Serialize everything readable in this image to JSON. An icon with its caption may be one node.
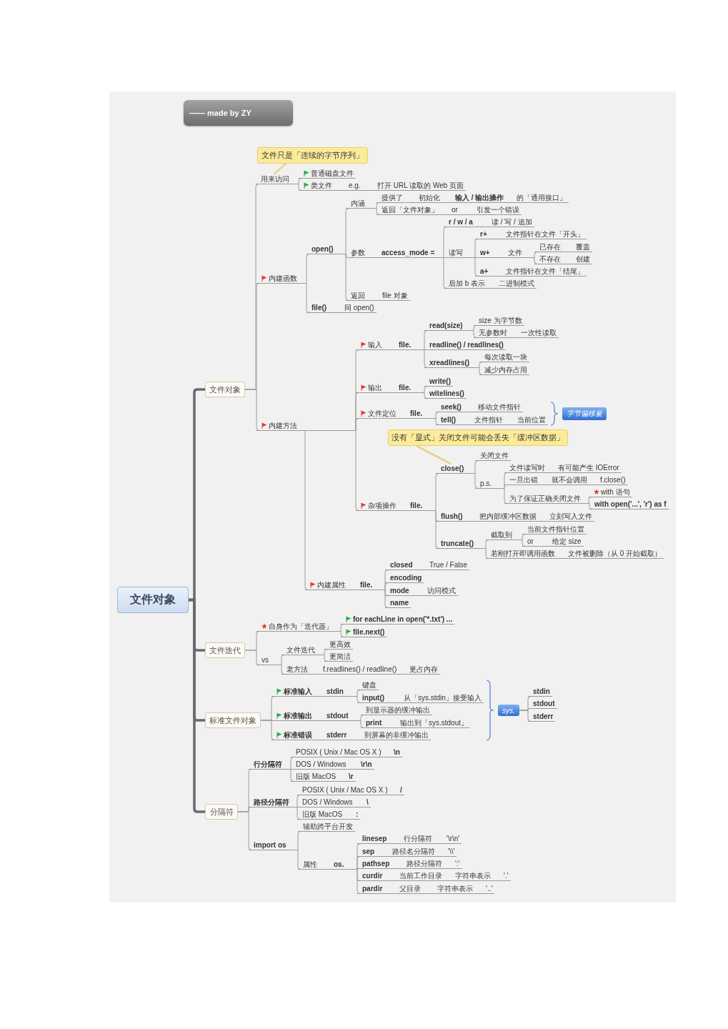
{
  "diagram": {
    "nodes": [
      {
        "text": [
          "—— made by ZY"
        ]
      },
      {
        "text": [
          "文件对象"
        ]
      },
      {
        "text": [
          "文件对象"
        ]
      },
      {
        "text": [
          "文件迭代"
        ]
      },
      {
        "text": [
          "标准文件对象"
        ]
      },
      {
        "text": [
          "分隔符"
        ]
      },
      {
        "text": [
          "文件只是「连续的字节序列」"
        ]
      },
      {
        "text": [
          "没有「显式」关闭文件可能会丢失「缓冲区数据」"
        ]
      },
      {
        "text": [
          "用来访问"
        ]
      },
      {
        "text": [
          "普通磁盘文件"
        ]
      },
      {
        "text": [
          "类文件"
        ]
      },
      {
        "text": [
          "e.g."
        ]
      },
      {
        "text": [
          "打开 URL 读取的 Web 页面"
        ]
      },
      {
        "text": [
          "内建函数"
        ]
      },
      {
        "text": [
          "open()"
        ]
      },
      {
        "text": [
          "内涵"
        ]
      },
      {
        "text": [
          "提供了"
        ]
      },
      {
        "text": [
          "初始化"
        ]
      },
      {
        "text": [
          "输入 / 输出操作"
        ]
      },
      {
        "text": [
          "的「通用接口」"
        ]
      },
      {
        "text": [
          "返回「文件对象」"
        ]
      },
      {
        "text": [
          "or"
        ]
      },
      {
        "text": [
          "引发一个错误"
        ]
      },
      {
        "text": [
          "参数"
        ]
      },
      {
        "text": [
          "access_mode ="
        ]
      },
      {
        "text": [
          "r / w / a"
        ]
      },
      {
        "text": [
          "读 / 写 / 追加"
        ]
      },
      {
        "text": [
          "读写"
        ]
      },
      {
        "text": [
          "r+"
        ]
      },
      {
        "text": [
          "文件指针在文件「开头」"
        ]
      },
      {
        "text": [
          "w+"
        ]
      },
      {
        "text": [
          "文件"
        ]
      },
      {
        "text": [
          "已存在"
        ]
      },
      {
        "text": [
          "覆盖"
        ]
      },
      {
        "text": [
          "不存在"
        ]
      },
      {
        "text": [
          "创建"
        ]
      },
      {
        "text": [
          "a+"
        ]
      },
      {
        "text": [
          "文件指针在文件「结尾」"
        ]
      },
      {
        "text": [
          "后加 b 表示"
        ]
      },
      {
        "text": [
          "二进制模式"
        ]
      },
      {
        "text": [
          "返回"
        ]
      },
      {
        "text": [
          "file 对象"
        ]
      },
      {
        "text": [
          "file()"
        ]
      },
      {
        "text": [
          "同 open()"
        ]
      },
      {
        "text": [
          "内建方法"
        ]
      },
      {
        "text": [
          "输入"
        ]
      },
      {
        "text": [
          "file."
        ]
      },
      {
        "text": [
          "read(size)"
        ]
      },
      {
        "text": [
          "size 为字节数"
        ]
      },
      {
        "text": [
          "无参数时"
        ]
      },
      {
        "text": [
          "一次性读取"
        ]
      },
      {
        "text": [
          "readline() / readlines()"
        ]
      },
      {
        "text": [
          "xreadlines()"
        ]
      },
      {
        "text": [
          "每次读取一块"
        ]
      },
      {
        "text": [
          "减少内存占用"
        ]
      },
      {
        "text": [
          "输出"
        ]
      },
      {
        "text": [
          "file."
        ]
      },
      {
        "text": [
          "write()"
        ]
      },
      {
        "text": [
          "witelines()"
        ]
      },
      {
        "text": [
          "文件定位"
        ]
      },
      {
        "text": [
          "file."
        ]
      },
      {
        "text": [
          "seek()"
        ]
      },
      {
        "text": [
          "移动文件指针"
        ]
      },
      {
        "text": [
          "tell()"
        ]
      },
      {
        "text": [
          "文件指针"
        ]
      },
      {
        "text": [
          "当前位置"
        ]
      },
      {
        "text": [
          "字节偏移量"
        ]
      },
      {
        "text": [
          "杂项操作"
        ]
      },
      {
        "text": [
          "file."
        ]
      },
      {
        "text": [
          "close()"
        ]
      },
      {
        "text": [
          "关闭文件"
        ]
      },
      {
        "text": [
          "p.s."
        ]
      },
      {
        "text": [
          "文件读写时"
        ]
      },
      {
        "text": [
          "有可能产生 IOError"
        ]
      },
      {
        "text": [
          "一旦出错"
        ]
      },
      {
        "text": [
          "就不会调用"
        ]
      },
      {
        "text": [
          "f.close()"
        ]
      },
      {
        "text": [
          "为了保证正确关闭文件"
        ]
      },
      {
        "text": [
          "with 语句"
        ]
      },
      {
        "text": [
          "with open('...', 'r') as f"
        ]
      },
      {
        "text": [
          "flush()"
        ]
      },
      {
        "text": [
          "把内部缓冲区数据"
        ]
      },
      {
        "text": [
          "立刻写入文件"
        ]
      },
      {
        "text": [
          "truncate()"
        ]
      },
      {
        "text": [
          "截取到"
        ]
      },
      {
        "text": [
          "当前文件指针位置"
        ]
      },
      {
        "text": [
          "or"
        ]
      },
      {
        "text": [
          "给定 size"
        ]
      },
      {
        "text": [
          "若刚打开即调用函数"
        ]
      },
      {
        "text": [
          "文件被删除（从 0 开始截取）"
        ]
      },
      {
        "text": [
          "内建属性"
        ]
      },
      {
        "text": [
          "file."
        ]
      },
      {
        "text": [
          "closed"
        ]
      },
      {
        "text": [
          "True / False"
        ]
      },
      {
        "text": [
          "encoding"
        ]
      },
      {
        "text": [
          "mode"
        ]
      },
      {
        "text": [
          "访问模式"
        ]
      },
      {
        "text": [
          "name"
        ]
      },
      {
        "text": [
          "自身作为「迭代器」"
        ]
      },
      {
        "text": [
          "for eachLine in open('*.txt') ..."
        ]
      },
      {
        "text": [
          "file.next()"
        ]
      },
      {
        "text": [
          "vs"
        ]
      },
      {
        "text": [
          "文件迭代"
        ]
      },
      {
        "text": [
          "更高效"
        ]
      },
      {
        "text": [
          "更简洁"
        ]
      },
      {
        "text": [
          "老方法"
        ]
      },
      {
        "text": [
          "f.readlines() / readline()"
        ]
      },
      {
        "text": [
          "更占内存"
        ]
      },
      {
        "text": [
          "标准输入"
        ]
      },
      {
        "text": [
          "stdin"
        ]
      },
      {
        "text": [
          "键盘"
        ]
      },
      {
        "text": [
          "input()"
        ]
      },
      {
        "text": [
          "从「sys.stdin」接受输入"
        ]
      },
      {
        "text": [
          "标准输出"
        ]
      },
      {
        "text": [
          "stdout"
        ]
      },
      {
        "text": [
          "到显示器的缓冲输出"
        ]
      },
      {
        "text": [
          "print"
        ]
      },
      {
        "text": [
          "输出到「sys.stdout」"
        ]
      },
      {
        "text": [
          "标准错误"
        ]
      },
      {
        "text": [
          "stderr"
        ]
      },
      {
        "text": [
          "到屏幕的非缓冲输出"
        ]
      },
      {
        "text": [
          "sys."
        ]
      },
      {
        "text": [
          "stdin"
        ]
      },
      {
        "text": [
          "stdout"
        ]
      },
      {
        "text": [
          "stderr"
        ]
      },
      {
        "text": [
          "行分隔符"
        ]
      },
      {
        "text": [
          "POSIX ( Unix / Mac OS X )"
        ]
      },
      {
        "text": [
          "\\n"
        ]
      },
      {
        "text": [
          "DOS / Windows"
        ]
      },
      {
        "text": [
          "\\r\\n"
        ]
      },
      {
        "text": [
          "旧版 MacOS"
        ]
      },
      {
        "text": [
          "\\r"
        ]
      },
      {
        "text": [
          "路径分隔符"
        ]
      },
      {
        "text": [
          "POSIX ( Unix / Mac OS X )"
        ]
      },
      {
        "text": [
          "/"
        ]
      },
      {
        "text": [
          "DOS / Windows"
        ]
      },
      {
        "text": [
          "\\"
        ]
      },
      {
        "text": [
          "旧版 MacOS"
        ]
      },
      {
        "text": [
          ":"
        ]
      },
      {
        "text": [
          "import os"
        ]
      },
      {
        "text": [
          "辅助跨平台开发"
        ]
      },
      {
        "text": [
          "属性"
        ]
      },
      {
        "text": [
          "os."
        ]
      },
      {
        "text": [
          "linesep"
        ]
      },
      {
        "text": [
          "行分隔符"
        ]
      },
      {
        "text": [
          "'\\r\\n'"
        ]
      },
      {
        "text": [
          "sep"
        ]
      },
      {
        "text": [
          "路径名分隔符"
        ]
      },
      {
        "text": [
          "'\\\\'"
        ]
      },
      {
        "text": [
          "pathsep"
        ]
      },
      {
        "text": [
          "路径分隔符"
        ]
      },
      {
        "text": [
          "':'"
        ]
      },
      {
        "text": [
          "curdir"
        ]
      },
      {
        "text": [
          "当前工作目录"
        ]
      },
      {
        "text": [
          "字符串表示"
        ]
      },
      {
        "text": [
          "'.'"
        ]
      },
      {
        "text": [
          "pardir"
        ]
      },
      {
        "text": [
          "父目录"
        ]
      },
      {
        "text": [
          "字符串表示"
        ]
      },
      {
        "text": [
          "'..'"
        ]
      }
    ],
    "edges": [
      {
        "from": 1,
        "to": 2,
        "arrow": "none",
        "style": "thick"
      },
      {
        "from": 1,
        "to": 3,
        "arrow": "none",
        "style": "thick"
      },
      {
        "from": 1,
        "to": 4,
        "arrow": "none",
        "style": "thick"
      },
      {
        "from": 1,
        "to": 5,
        "arrow": "none",
        "style": "thick"
      },
      {
        "from": 6,
        "to": 8,
        "arrow": "none",
        "color": "#e6cf6a"
      },
      {
        "from": 7,
        "to": 69,
        "arrow": "none",
        "color": "#e6cf6a"
      },
      {
        "from": 2,
        "to": 8,
        "arrow": "none"
      },
      {
        "from": 2,
        "to": 13,
        "arrow": "none"
      },
      {
        "from": 2,
        "to": 44,
        "arrow": "none"
      },
      {
        "from": 8,
        "to": 9,
        "arrow": "none"
      },
      {
        "from": 8,
        "to": 10,
        "arrow": "none"
      },
      {
        "from": 10,
        "to": 11,
        "arrow": "none"
      },
      {
        "from": 11,
        "to": 12,
        "arrow": "none"
      },
      {
        "from": 13,
        "to": 14,
        "arrow": "none"
      },
      {
        "from": 13,
        "to": 42,
        "arrow": "none"
      },
      {
        "from": 14,
        "to": 15,
        "arrow": "none"
      },
      {
        "from": 14,
        "to": 23,
        "arrow": "none"
      },
      {
        "from": 14,
        "to": 40,
        "arrow": "none"
      },
      {
        "from": 15,
        "to": 16,
        "arrow": "none"
      },
      {
        "from": 16,
        "to": 17,
        "arrow": "none"
      },
      {
        "from": 17,
        "to": 18,
        "arrow": "none"
      },
      {
        "from": 18,
        "to": 19,
        "arrow": "none"
      },
      {
        "from": 15,
        "to": 20,
        "arrow": "none"
      },
      {
        "from": 20,
        "to": 21,
        "arrow": "none"
      },
      {
        "from": 21,
        "to": 22,
        "arrow": "none"
      },
      {
        "from": 23,
        "to": 24,
        "arrow": "none"
      },
      {
        "from": 24,
        "to": 25,
        "arrow": "none"
      },
      {
        "from": 25,
        "to": 26,
        "arrow": "none"
      },
      {
        "from": 24,
        "to": 27,
        "arrow": "none"
      },
      {
        "from": 27,
        "to": 28,
        "arrow": "none"
      },
      {
        "from": 28,
        "to": 29,
        "arrow": "none"
      },
      {
        "from": 27,
        "to": 30,
        "arrow": "none"
      },
      {
        "from": 30,
        "to": 31,
        "arrow": "none"
      },
      {
        "from": 31,
        "to": 32,
        "arrow": "none"
      },
      {
        "from": 32,
        "to": 33,
        "arrow": "none"
      },
      {
        "from": 31,
        "to": 34,
        "arrow": "none"
      },
      {
        "from": 34,
        "to": 35,
        "arrow": "none"
      },
      {
        "from": 27,
        "to": 36,
        "arrow": "none"
      },
      {
        "from": 36,
        "to": 37,
        "arrow": "none"
      },
      {
        "from": 24,
        "to": 38,
        "arrow": "none"
      },
      {
        "from": 38,
        "to": 39,
        "arrow": "none"
      },
      {
        "from": 40,
        "to": 41,
        "arrow": "none"
      },
      {
        "from": 42,
        "to": 43,
        "arrow": "none"
      },
      {
        "from": 44,
        "to": 45,
        "arrow": "none"
      },
      {
        "from": 44,
        "to": 55,
        "arrow": "none"
      },
      {
        "from": 44,
        "to": 59,
        "arrow": "none"
      },
      {
        "from": 44,
        "to": 67,
        "arrow": "none"
      },
      {
        "from": 44,
        "to": 90,
        "arrow": "none"
      },
      {
        "from": 45,
        "to": 46,
        "arrow": "none"
      },
      {
        "from": 46,
        "to": 47,
        "arrow": "none"
      },
      {
        "from": 47,
        "to": 48,
        "arrow": "none"
      },
      {
        "from": 47,
        "to": 49,
        "arrow": "none"
      },
      {
        "from": 49,
        "to": 50,
        "arrow": "none"
      },
      {
        "from": 46,
        "to": 51,
        "arrow": "none"
      },
      {
        "from": 46,
        "to": 52,
        "arrow": "none"
      },
      {
        "from": 52,
        "to": 53,
        "arrow": "none"
      },
      {
        "from": 52,
        "to": 54,
        "arrow": "none"
      },
      {
        "from": 55,
        "to": 56,
        "arrow": "none"
      },
      {
        "from": 56,
        "to": 57,
        "arrow": "none"
      },
      {
        "from": 56,
        "to": 58,
        "arrow": "none"
      },
      {
        "from": 59,
        "to": 60,
        "arrow": "none"
      },
      {
        "from": 60,
        "to": 61,
        "arrow": "none"
      },
      {
        "from": 61,
        "to": 62,
        "arrow": "none"
      },
      {
        "from": 60,
        "to": 63,
        "arrow": "none"
      },
      {
        "from": 63,
        "to": 64,
        "arrow": "none"
      },
      {
        "from": 64,
        "to": 65,
        "arrow": "none"
      },
      {
        "from": 67,
        "to": 68,
        "arrow": "none"
      },
      {
        "from": 68,
        "to": 69,
        "arrow": "none"
      },
      {
        "from": 69,
        "to": 70,
        "arrow": "none"
      },
      {
        "from": 69,
        "to": 71,
        "arrow": "none"
      },
      {
        "from": 71,
        "to": 72,
        "arrow": "none"
      },
      {
        "from": 72,
        "to": 73,
        "arrow": "none"
      },
      {
        "from": 71,
        "to": 74,
        "arrow": "none"
      },
      {
        "from": 74,
        "to": 75,
        "arrow": "none"
      },
      {
        "from": 75,
        "to": 76,
        "arrow": "none"
      },
      {
        "from": 71,
        "to": 77,
        "arrow": "none"
      },
      {
        "from": 77,
        "to": 78,
        "arrow": "none"
      },
      {
        "from": 77,
        "to": 79,
        "arrow": "none"
      },
      {
        "from": 68,
        "to": 80,
        "arrow": "none"
      },
      {
        "from": 80,
        "to": 81,
        "arrow": "none"
      },
      {
        "from": 81,
        "to": 82,
        "arrow": "none"
      },
      {
        "from": 68,
        "to": 83,
        "arrow": "none"
      },
      {
        "from": 83,
        "to": 84,
        "arrow": "none"
      },
      {
        "from": 84,
        "to": 85,
        "arrow": "none"
      },
      {
        "from": 84,
        "to": 86,
        "arrow": "none"
      },
      {
        "from": 86,
        "to": 87,
        "arrow": "none"
      },
      {
        "from": 83,
        "to": 88,
        "arrow": "none"
      },
      {
        "from": 88,
        "to": 89,
        "arrow": "none"
      },
      {
        "from": 90,
        "to": 91,
        "arrow": "none"
      },
      {
        "from": 91,
        "to": 92,
        "arrow": "none"
      },
      {
        "from": 92,
        "to": 93,
        "arrow": "none"
      },
      {
        "from": 91,
        "to": 94,
        "arrow": "none"
      },
      {
        "from": 91,
        "to": 95,
        "arrow": "none"
      },
      {
        "from": 95,
        "to": 96,
        "arrow": "none"
      },
      {
        "from": 91,
        "to": 97,
        "arrow": "none"
      },
      {
        "from": 3,
        "to": 98,
        "arrow": "none"
      },
      {
        "from": 98,
        "to": 99,
        "arrow": "none"
      },
      {
        "from": 98,
        "to": 100,
        "arrow": "none"
      },
      {
        "from": 3,
        "to": 101,
        "arrow": "none"
      },
      {
        "from": 101,
        "to": 102,
        "arrow": "none"
      },
      {
        "from": 102,
        "to": 103,
        "arrow": "none"
      },
      {
        "from": 102,
        "to": 104,
        "arrow": "none"
      },
      {
        "from": 101,
        "to": 105,
        "arrow": "none"
      },
      {
        "from": 105,
        "to": 106,
        "arrow": "none"
      },
      {
        "from": 106,
        "to": 107,
        "arrow": "none"
      },
      {
        "from": 4,
        "to": 108,
        "arrow": "none"
      },
      {
        "from": 108,
        "to": 109,
        "arrow": "none"
      },
      {
        "from": 109,
        "to": 110,
        "arrow": "none"
      },
      {
        "from": 109,
        "to": 111,
        "arrow": "none"
      },
      {
        "from": 111,
        "to": 112,
        "arrow": "none"
      },
      {
        "from": 4,
        "to": 113,
        "arrow": "none"
      },
      {
        "from": 113,
        "to": 114,
        "arrow": "none"
      },
      {
        "from": 114,
        "to": 115,
        "arrow": "none"
      },
      {
        "from": 114,
        "to": 116,
        "arrow": "none"
      },
      {
        "from": 116,
        "to": 117,
        "arrow": "none"
      },
      {
        "from": 4,
        "to": 118,
        "arrow": "none"
      },
      {
        "from": 118,
        "to": 119,
        "arrow": "none"
      },
      {
        "from": 119,
        "to": 120,
        "arrow": "none"
      },
      {
        "from": 121,
        "to": 122,
        "arrow": "none"
      },
      {
        "from": 121,
        "to": 123,
        "arrow": "none"
      },
      {
        "from": 121,
        "to": 124,
        "arrow": "none"
      },
      {
        "from": 5,
        "to": 125,
        "arrow": "none"
      },
      {
        "from": 125,
        "to": 126,
        "arrow": "none"
      },
      {
        "from": 126,
        "to": 127,
        "arrow": "none"
      },
      {
        "from": 125,
        "to": 128,
        "arrow": "none"
      },
      {
        "from": 128,
        "to": 129,
        "arrow": "none"
      },
      {
        "from": 125,
        "to": 130,
        "arrow": "none"
      },
      {
        "from": 130,
        "to": 131,
        "arrow": "none"
      },
      {
        "from": 5,
        "to": 132,
        "arrow": "none"
      },
      {
        "from": 132,
        "to": 133,
        "arrow": "none"
      },
      {
        "from": 133,
        "to": 134,
        "arrow": "none"
      },
      {
        "from": 132,
        "to": 135,
        "arrow": "none"
      },
      {
        "from": 135,
        "to": 136,
        "arrow": "none"
      },
      {
        "from": 132,
        "to": 137,
        "arrow": "none"
      },
      {
        "from": 137,
        "to": 138,
        "arrow": "none"
      },
      {
        "from": 5,
        "to": 139,
        "arrow": "none"
      },
      {
        "from": 139,
        "to": 140,
        "arrow": "none"
      },
      {
        "from": 139,
        "to": 141,
        "arrow": "none"
      },
      {
        "from": 141,
        "to": 142,
        "arrow": "none"
      },
      {
        "from": 142,
        "to": 143,
        "arrow": "none"
      },
      {
        "from": 143,
        "to": 144,
        "arrow": "none"
      },
      {
        "from": 144,
        "to": 145,
        "arrow": "none"
      },
      {
        "from": 142,
        "to": 146,
        "arrow": "none"
      },
      {
        "from": 146,
        "to": 147,
        "arrow": "none"
      },
      {
        "from": 147,
        "to": 148,
        "arrow": "none"
      },
      {
        "from": 142,
        "to": 149,
        "arrow": "none"
      },
      {
        "from": 149,
        "to": 150,
        "arrow": "none"
      },
      {
        "from": 150,
        "to": 151,
        "arrow": "none"
      },
      {
        "from": 142,
        "to": 152,
        "arrow": "none"
      },
      {
        "from": 152,
        "to": 153,
        "arrow": "none"
      },
      {
        "from": 153,
        "to": 154,
        "arrow": "none"
      },
      {
        "from": 154,
        "to": 155,
        "arrow": "none"
      },
      {
        "from": 142,
        "to": 156,
        "arrow": "none"
      },
      {
        "from": 156,
        "to": 157,
        "arrow": "none"
      },
      {
        "from": 157,
        "to": 158,
        "arrow": "none"
      },
      {
        "from": 158,
        "to": 159,
        "arrow": "none"
      }
    ]
  }
}
